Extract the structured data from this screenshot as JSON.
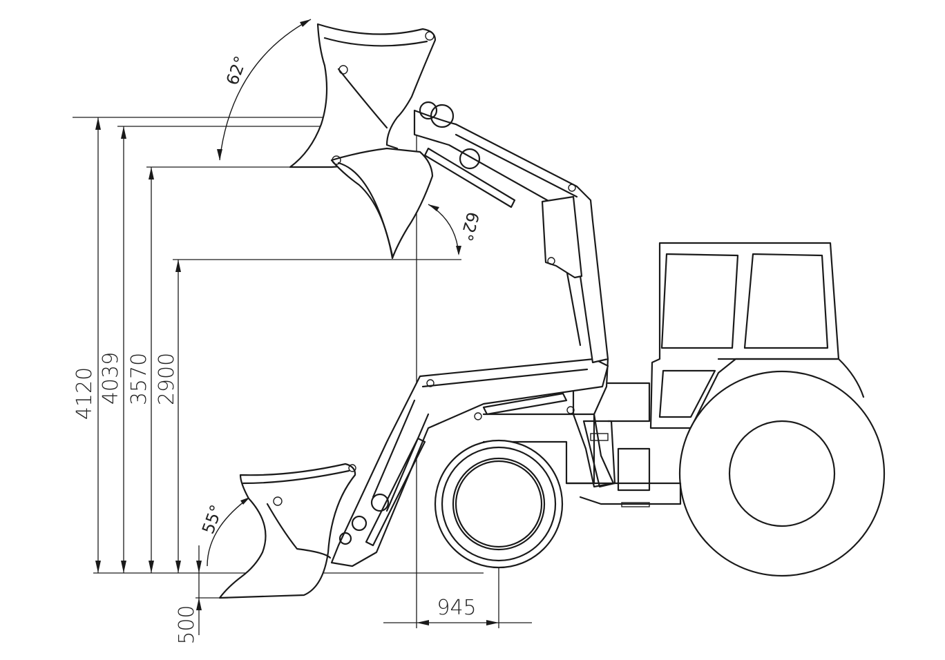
{
  "dimensions": {
    "h_4120": "4120",
    "h_4039": "4039",
    "h_3570": "3570",
    "h_2900": "2900",
    "depth_500": "500",
    "reach_945": "945"
  },
  "angles": {
    "upper_tilt": "62°",
    "dump": "62°",
    "lower_tilt": "55°"
  }
}
